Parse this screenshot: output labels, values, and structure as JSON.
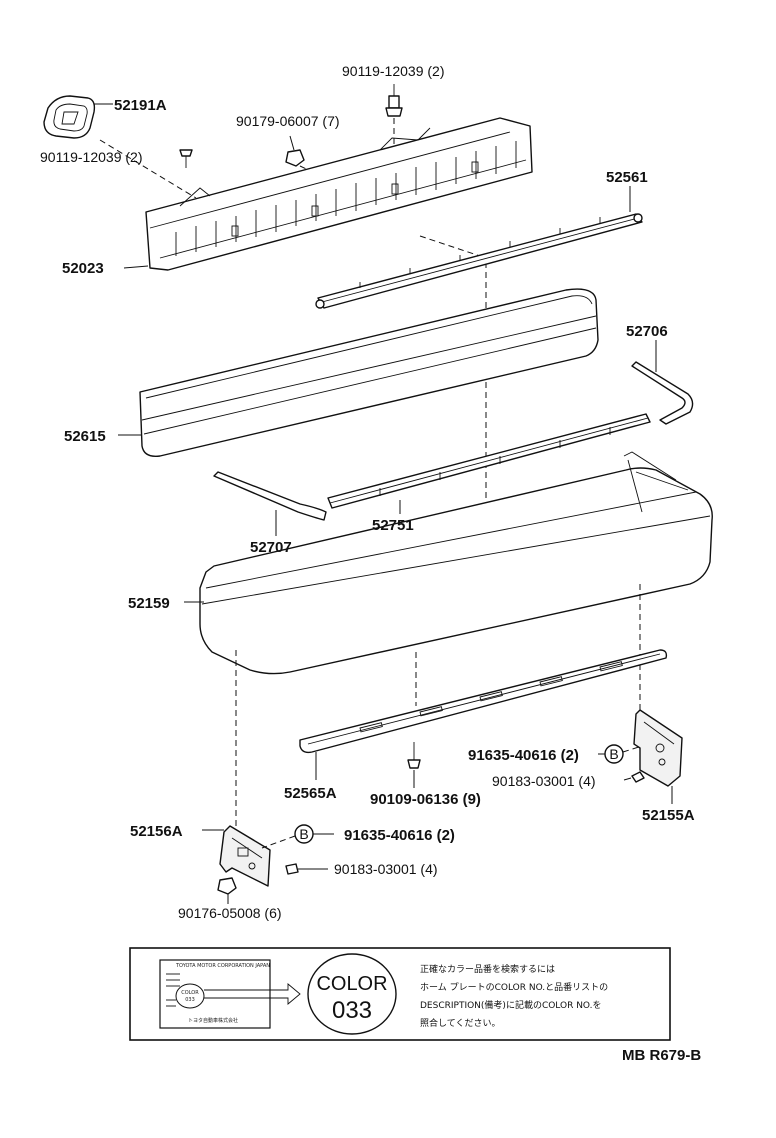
{
  "parts": {
    "p52191A": "52191A",
    "p90119_top": "90119-12039 (2)",
    "p90179": "90179-06007 (7)",
    "p90119_left": "90119-12039 (2)",
    "p52561": "52561",
    "p52023": "52023",
    "p52706": "52706",
    "p52615": "52615",
    "p52751": "52751",
    "p52707": "52707",
    "p52159": "52159",
    "p91635_r": "91635-40616 (2)",
    "p90183_r": "90183-03001 (4)",
    "p52155A": "52155A",
    "p52565A": "52565A",
    "p90109": "90109-06136 (9)",
    "p52156A": "52156A",
    "p91635_l": "91635-40616 (2)",
    "p90183_l": "90183-03001 (4)",
    "p90176": "90176-05008 (6)"
  },
  "markers": {
    "b_right": "B",
    "b_left": "B"
  },
  "color_box": {
    "word": "COLOR",
    "code": "033",
    "plate_header": "TOYOTA MOTOR CORPORATION JAPAN",
    "plate_color": "COLOR",
    "plate_code": "033",
    "plate_footer": "トヨタ自動車株式会社",
    "note_line1": "正確なカラー品番を検索するには",
    "note_line2": "ホーム プレートのCOLOR NO.と品番リストの",
    "note_line3": "DESCRIPTION(備考)に記載のCOLOR NO.を",
    "note_line4": "照合してください。"
  },
  "ref_code": "MB R679-B"
}
